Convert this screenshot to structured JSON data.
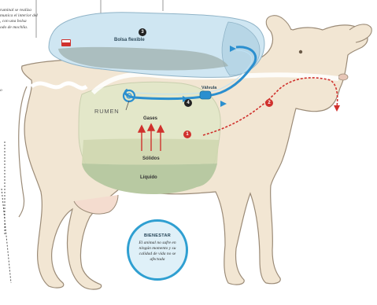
{
  "side_text": {
    "top_lines": [
      "ruminal se realiza",
      "munica el interior del",
      ", con una bolsa",
      "odo de mochila."
    ],
    "mid_line": "o"
  },
  "labels": {
    "bolsa": "Bolsa flexible",
    "valvula": "Válvula",
    "rumen": "RUMEN",
    "gases": "Gases",
    "solidos": "Sólidos",
    "liquido": "Líquido"
  },
  "steps": {
    "one": "1",
    "two": "2",
    "three": "3",
    "four": "4"
  },
  "bienestar": {
    "title": "BIENESTAR",
    "body": "El animal no sufre en ningún momento y su calidad de vida no se afectada"
  },
  "colors": {
    "cow_fill": "#f2e6d3",
    "cow_stroke": "#9b8b77",
    "bag_fill": "#cfe6f2",
    "rumen_fill": "#e3e7c9",
    "liquid_fill": "#b8c9a2",
    "tube": "#2b8fcf",
    "red": "#d0312d"
  }
}
